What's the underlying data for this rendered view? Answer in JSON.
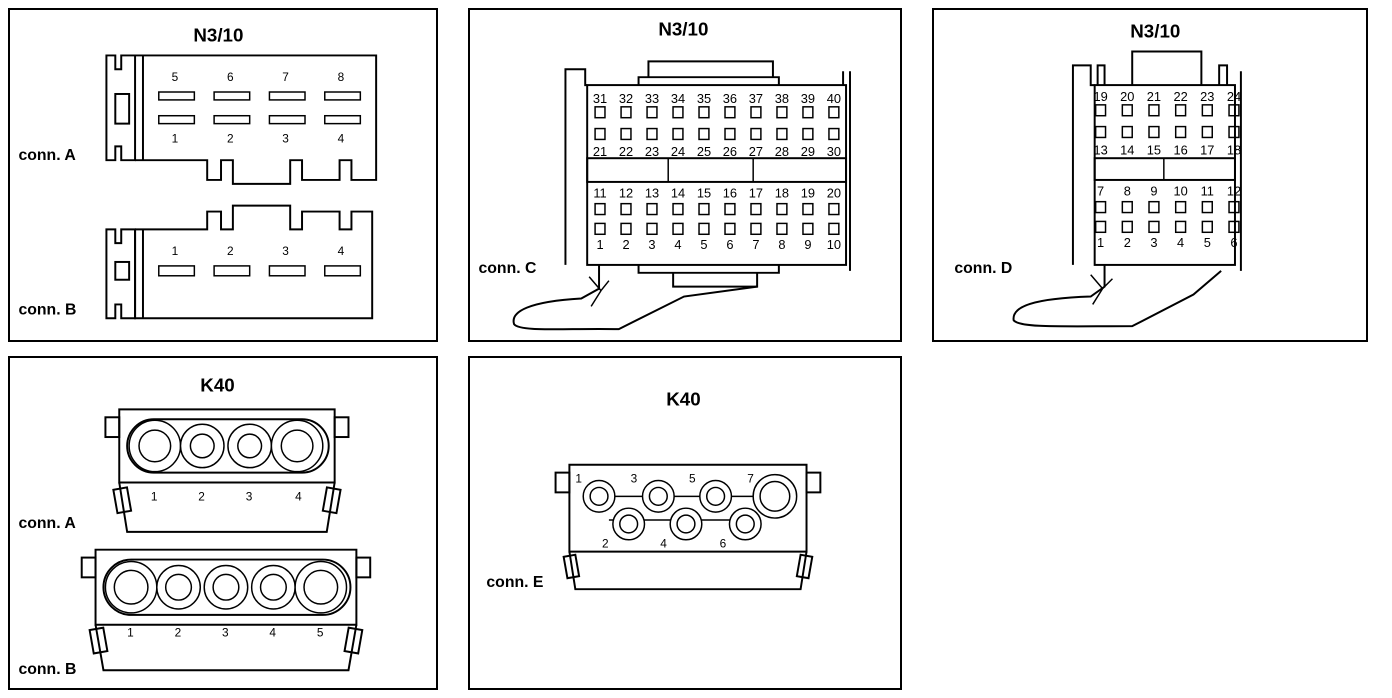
{
  "panels": {
    "n310_ab": {
      "title": "N3/10",
      "conn_a": {
        "label": "conn. A",
        "top_pins": [
          "5",
          "6",
          "7",
          "8"
        ],
        "bottom_pins": [
          "1",
          "2",
          "3",
          "4"
        ]
      },
      "conn_b": {
        "label": "conn. B",
        "pins": [
          "1",
          "2",
          "3",
          "4"
        ]
      }
    },
    "n310_c": {
      "title": "N3/10",
      "label": "conn. C",
      "row1": [
        "31",
        "32",
        "33",
        "34",
        "35",
        "36",
        "37",
        "38",
        "39",
        "40"
      ],
      "row2": [
        "21",
        "22",
        "23",
        "24",
        "25",
        "26",
        "27",
        "28",
        "29",
        "30"
      ],
      "row3": [
        "11",
        "12",
        "13",
        "14",
        "15",
        "16",
        "17",
        "18",
        "19",
        "20"
      ],
      "row4": [
        "1",
        "2",
        "3",
        "4",
        "5",
        "6",
        "7",
        "8",
        "9",
        "10"
      ]
    },
    "n310_d": {
      "title": "N3/10",
      "label": "conn. D",
      "row1": [
        "19",
        "20",
        "21",
        "22",
        "23",
        "24"
      ],
      "row2": [
        "13",
        "14",
        "15",
        "16",
        "17",
        "18"
      ],
      "row3": [
        "7",
        "8",
        "9",
        "10",
        "11",
        "12"
      ],
      "row4": [
        "1",
        "2",
        "3",
        "4",
        "5",
        "6"
      ]
    },
    "k40_ab": {
      "title": "K40",
      "conn_a": {
        "label": "conn. A",
        "pins": [
          "1",
          "2",
          "3",
          "4"
        ]
      },
      "conn_b": {
        "label": "conn. B",
        "pins": [
          "1",
          "2",
          "3",
          "4",
          "5"
        ]
      }
    },
    "k40_e": {
      "title": "K40",
      "label": "conn. E",
      "top_pins": [
        "1",
        "3",
        "5",
        "7"
      ],
      "bottom_pins": [
        "2",
        "4",
        "6"
      ]
    }
  }
}
